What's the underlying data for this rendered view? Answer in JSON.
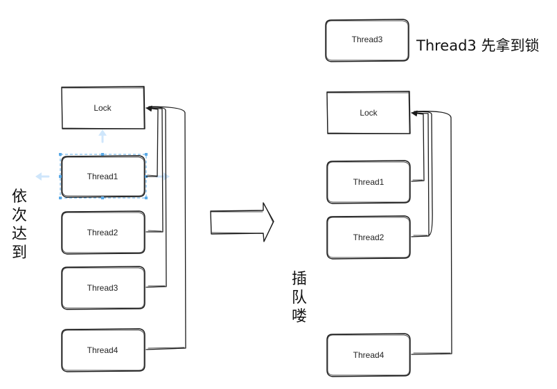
{
  "left": {
    "lock_label": "Lock",
    "thread1_label": "Thread1",
    "thread2_label": "Thread2",
    "thread3_label": "Thread3",
    "thread4_label": "Thread4",
    "side_text": [
      "依",
      "次",
      "达",
      "到"
    ]
  },
  "right": {
    "first_thread_label": "Thread3",
    "first_caption": "Thread3 先拿到锁",
    "lock_label": "Lock",
    "thread1_label": "Thread1",
    "thread2_label": "Thread2",
    "thread4_label": "Thread4",
    "side_text": [
      "插",
      "队",
      "喽"
    ]
  },
  "colors": {
    "stroke": "#1a1a1a",
    "selection": "#5aa9e6",
    "hint": "#cfe6fb"
  }
}
